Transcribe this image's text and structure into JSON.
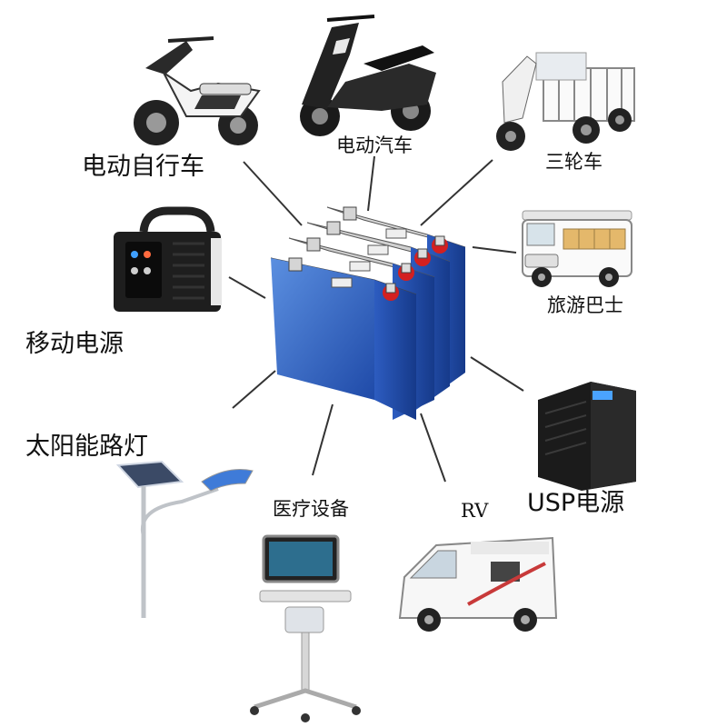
{
  "labels": {
    "e_bike": "电动自行车",
    "e_scooter": "电动汽车",
    "tricycle": "三轮车",
    "power_station": "移动电源",
    "tour_bus": "旅游巴士",
    "street_light": "太阳能路灯",
    "medical": "医疗设备",
    "rv": "RV",
    "ups": "USP电源"
  }
}
